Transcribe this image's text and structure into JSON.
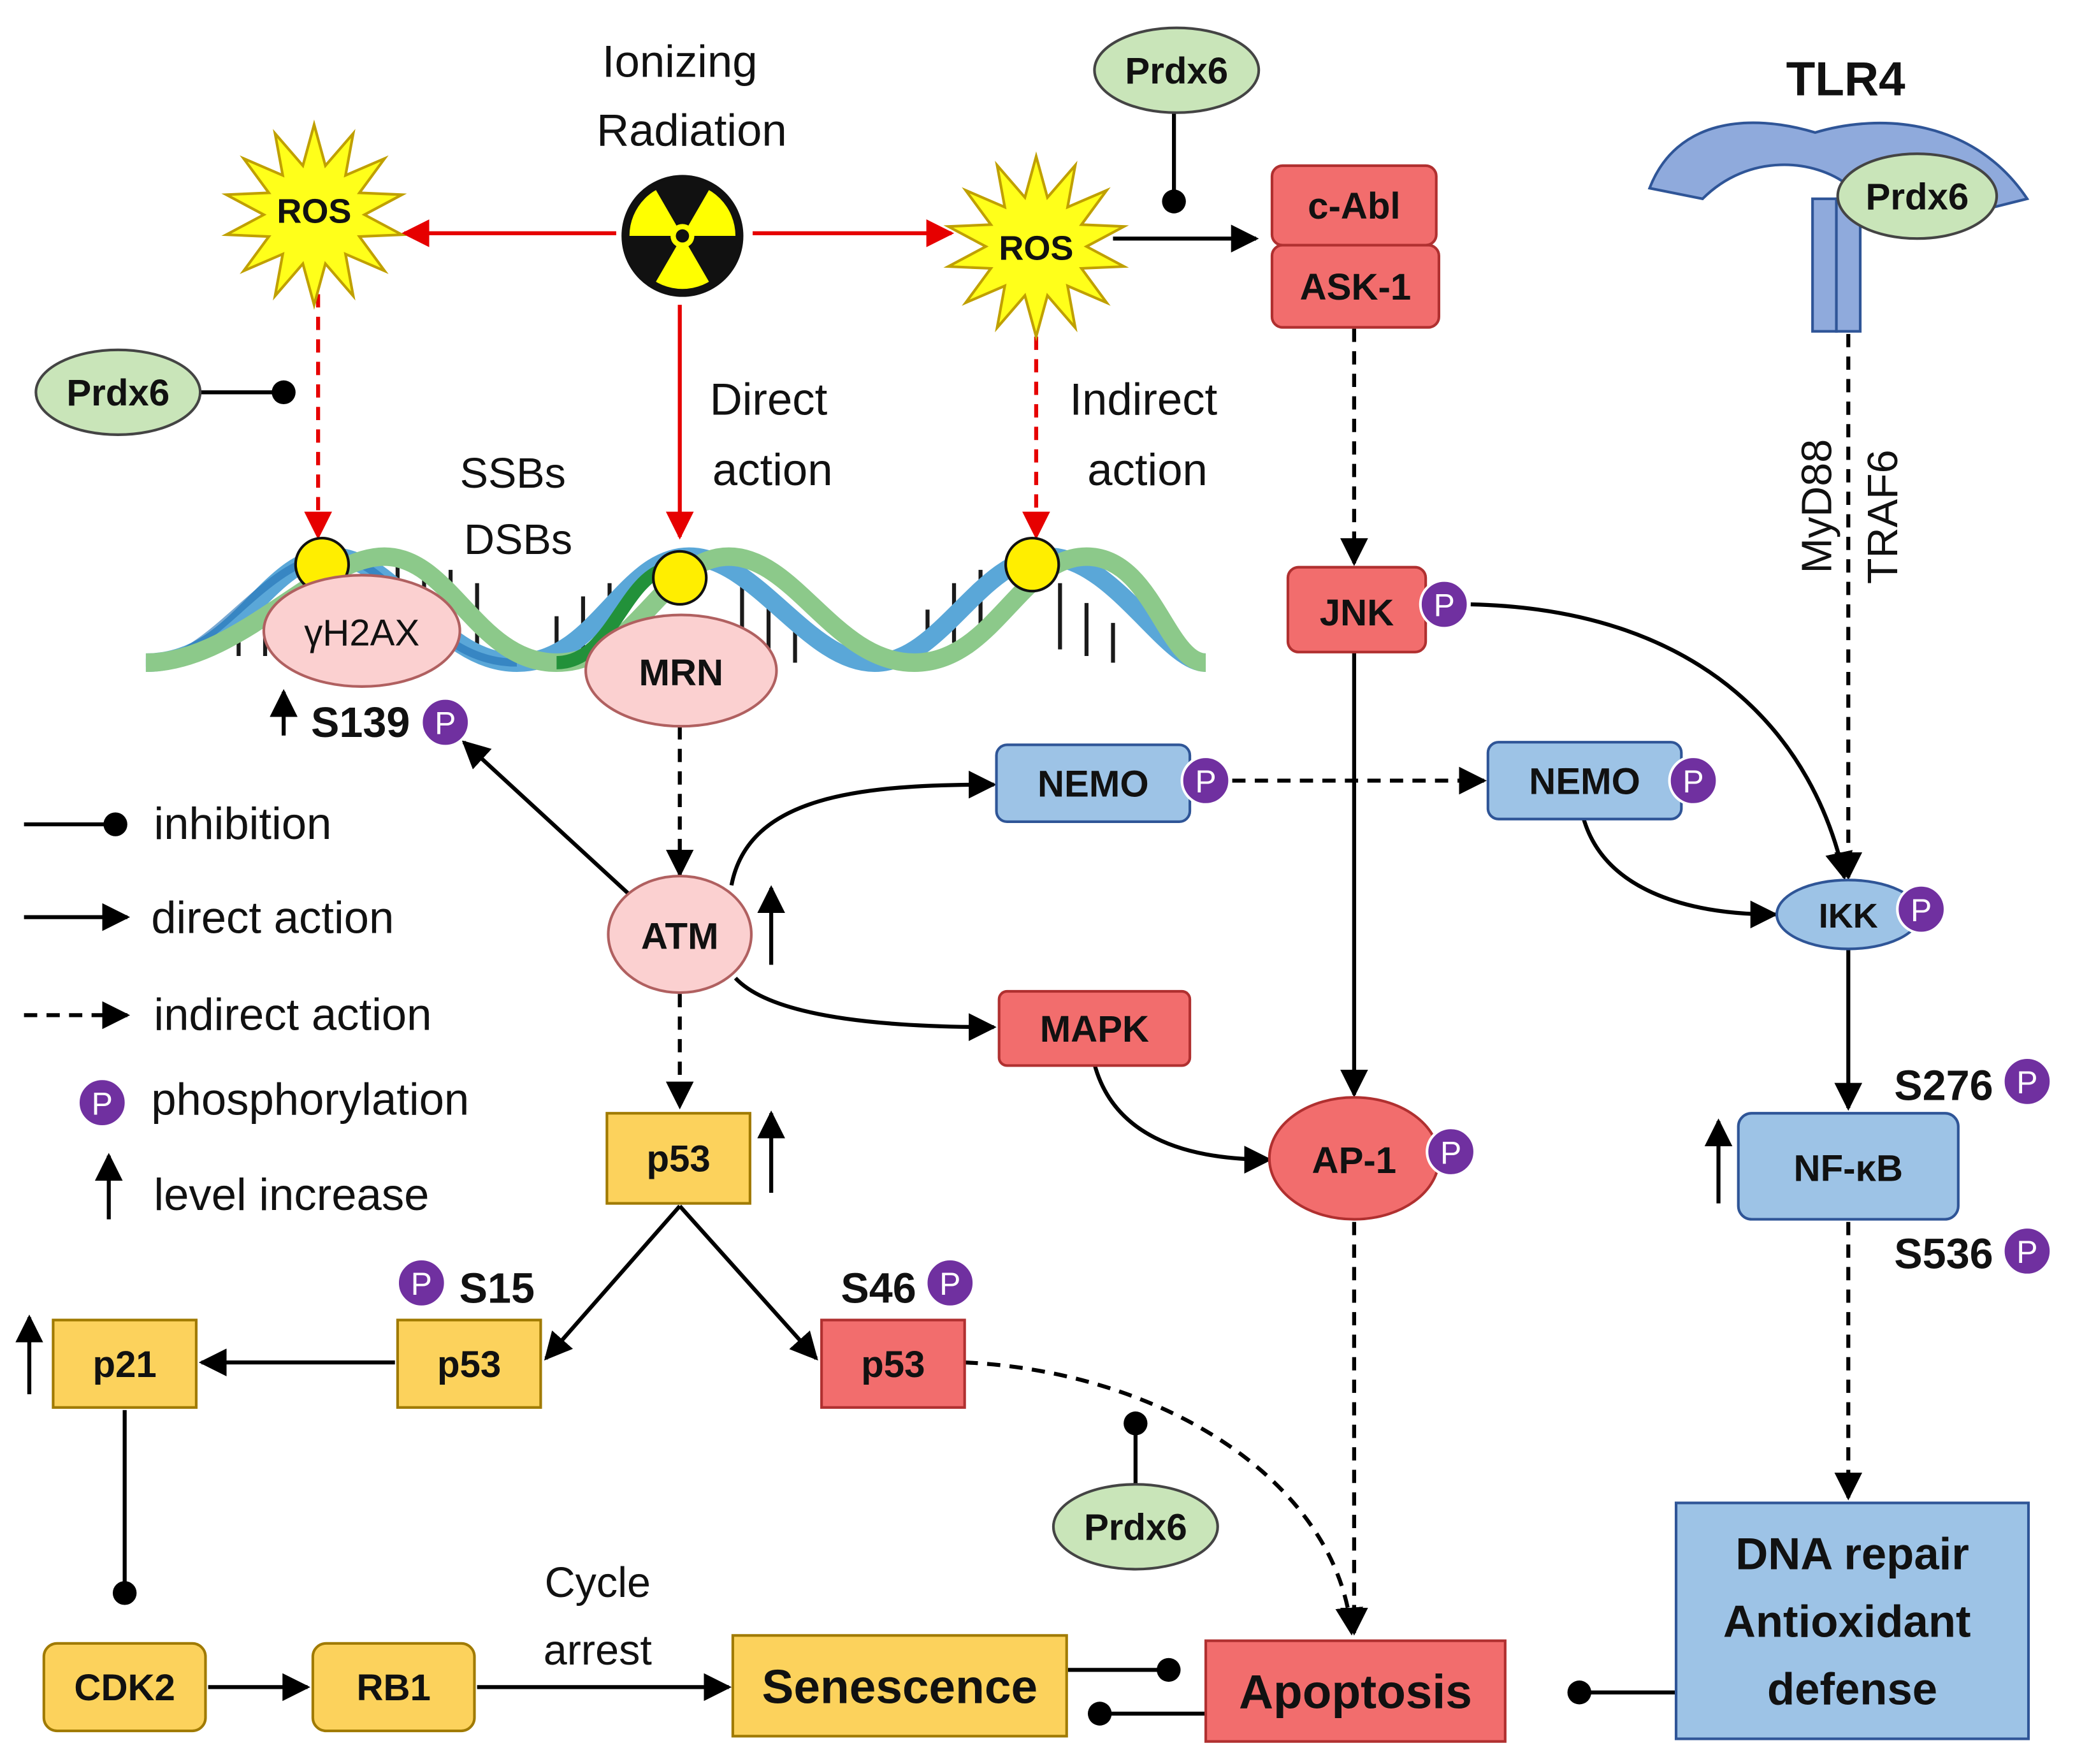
{
  "source": {
    "title_line1": "Ionizing",
    "title_line2": "Radiation"
  },
  "nodes": {
    "ros_left": "ROS",
    "ros_right": "ROS",
    "prdx6_top": "Prdx6",
    "prdx6_left": "Prdx6",
    "prdx6_tlr4": "Prdx6",
    "prdx6_bottom": "Prdx6",
    "tlr4": "TLR4",
    "c_abl": "c-Abl",
    "ask1": "ASK-1",
    "jnk": "JNK",
    "h2ax": "γH2AX",
    "mrn": "MRN",
    "atm": "ATM",
    "nemo_1": "NEMO",
    "nemo_2": "NEMO",
    "ikk": "IKK",
    "mapk": "MAPK",
    "ap1": "AP-1",
    "nfkb": "NF-κB",
    "p53_top": "p53",
    "p53_s15": "p53",
    "p53_s46": "p53",
    "p21": "p21",
    "cdk2": "CDK2",
    "rb1": "RB1",
    "senescence": "Senescence",
    "apoptosis": "Apoptosis",
    "repair_line1": "DNA repair",
    "repair_line2": "Antioxidant",
    "repair_line3": "defense"
  },
  "labels": {
    "ssbs": "SSBs",
    "dsbs": "DSBs",
    "direct_1": "Direct",
    "direct_2": "action",
    "indirect_1": "Indirect",
    "indirect_2": "action",
    "myd88": "MyD88",
    "traf6": "TRAF6",
    "s139": "S139",
    "s15": "S15",
    "s46": "S46",
    "s276": "S276",
    "s536": "S536",
    "cycle_1": "Cycle",
    "cycle_2": "arrest",
    "p_symbol": "P"
  },
  "legend": {
    "inhibition": "inhibition",
    "direct_action": "direct action",
    "indirect_action": "indirect action",
    "phosphorylation": "phosphorylation",
    "level_increase": "level increase"
  },
  "colors": {
    "red_box": "#f26d6d",
    "yellow_box": "#fcd25c",
    "blue_box": "#9dc3e6",
    "pink_node": "#fbd0d0",
    "green_ellipse": "#c9e5b9",
    "ros_star": "#ffff1a",
    "phospho": "#7030a0",
    "tlr4_receptor": "#8faadc",
    "red_arrow": "#e60000"
  }
}
